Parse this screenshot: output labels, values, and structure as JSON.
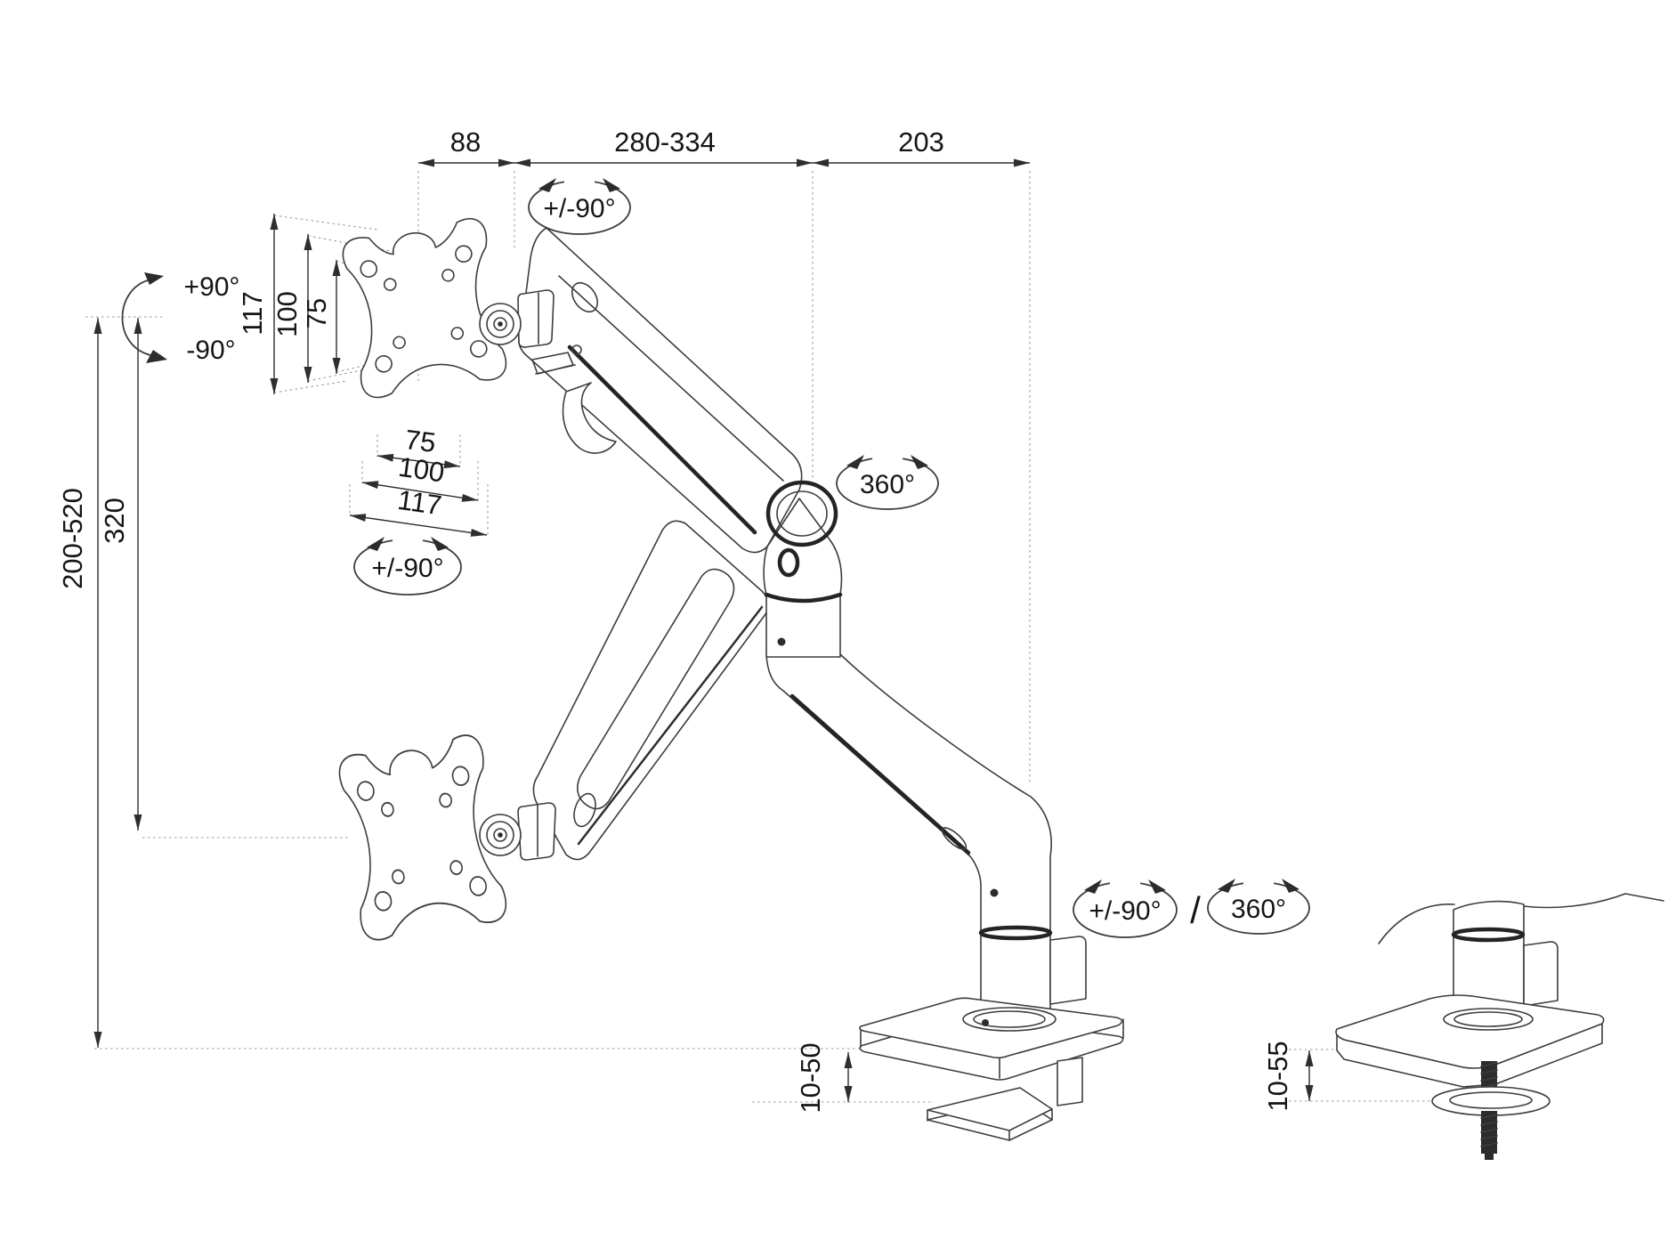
{
  "drawing_title": "monitor-arm-technical-dimension-drawing",
  "dims": {
    "top": [
      "88",
      "280-334",
      "203"
    ],
    "left": [
      "200-520",
      "320"
    ],
    "vesa_side": [
      "117",
      "100",
      "75"
    ],
    "vesa_bottom": [
      "75",
      "100",
      "117"
    ],
    "clamp_range": "10-50",
    "grommet_range": "10-55"
  },
  "rotations": {
    "head_swivel": "+/-90°",
    "tilt_up": "+90°",
    "tilt_down": "-90°",
    "lower_head_swivel": "+/-90°",
    "elbow_swivel": "360°",
    "base_tilt": "+/-90°",
    "separator": "/",
    "base_swivel": "360°"
  },
  "colors": {
    "background": "#ffffff",
    "line": "#3d3d3d",
    "bold_line": "#242424",
    "dimension": "#2e2e2e",
    "dotted_reference": "#9a9a9a",
    "text": "#151515"
  }
}
